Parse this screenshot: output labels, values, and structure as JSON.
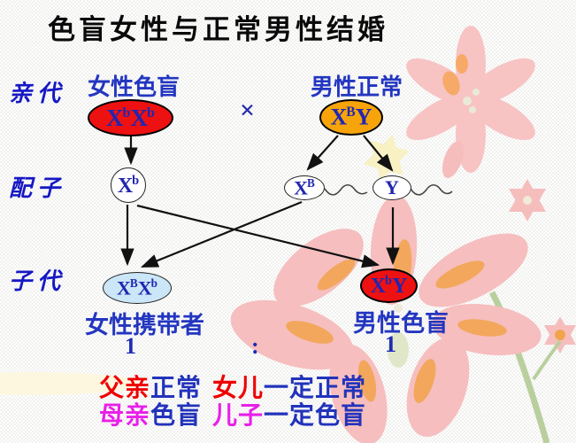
{
  "title": "色盲女性与正常男性结婚",
  "cross_symbol": "×",
  "ratio_colon": ":",
  "row_labels": {
    "parents": "亲代",
    "gametes": "配子",
    "offspring": "子代"
  },
  "nodes": {
    "parent_female": {
      "label": "女性色盲",
      "x1": "X",
      "s1": "b",
      "x2": "X",
      "s2": "b",
      "fill_style": "background:#ee1111"
    },
    "parent_male": {
      "label": "男性正常",
      "x1": "X",
      "s1": "B",
      "y": "Y",
      "fill_style": "background:#f6a40a"
    },
    "gamete_egg": {
      "x": "X",
      "s": "b"
    },
    "gamete_sperm_x": {
      "x": "X",
      "s": "B"
    },
    "gamete_sperm_y": {
      "y": "Y"
    },
    "offspring_carrier": {
      "label": "女性携带者",
      "x1": "X",
      "s1": "B",
      "x2": "X",
      "s2": "b",
      "ratio": "1",
      "fill_style": "background:#cae6f7"
    },
    "offspring_affected": {
      "label": "男性色盲",
      "x1": "X",
      "s1": "b",
      "y": "Y",
      "ratio": "1",
      "fill_style": "background:#ee1111"
    }
  },
  "conclusion": {
    "line1": [
      {
        "text": "父亲",
        "style": "color:#ee0000"
      },
      {
        "text": "正常",
        "style": "color:#2233bb"
      },
      {
        "text": "女儿",
        "style": "color:#ee0000"
      },
      {
        "text": "一定正常",
        "style": "color:#2233bb"
      }
    ],
    "line2": [
      {
        "text": "母亲",
        "style": "color:#e820e8"
      },
      {
        "text": "色盲",
        "style": "color:#2233bb"
      },
      {
        "text": "儿子",
        "style": "color:#e820e8"
      },
      {
        "text": "一定色盲",
        "style": "color:#2233bb"
      }
    ]
  },
  "colors": {
    "affected_fill": "#ee1111",
    "normal_male_fill": "#f6a40a",
    "carrier_fill": "#cae6f7",
    "genotype_text": "#2226b0",
    "chinese_blue": "#2336c0",
    "flower_pink": "#f6bebe",
    "flower_orange": "#f2a44c"
  }
}
